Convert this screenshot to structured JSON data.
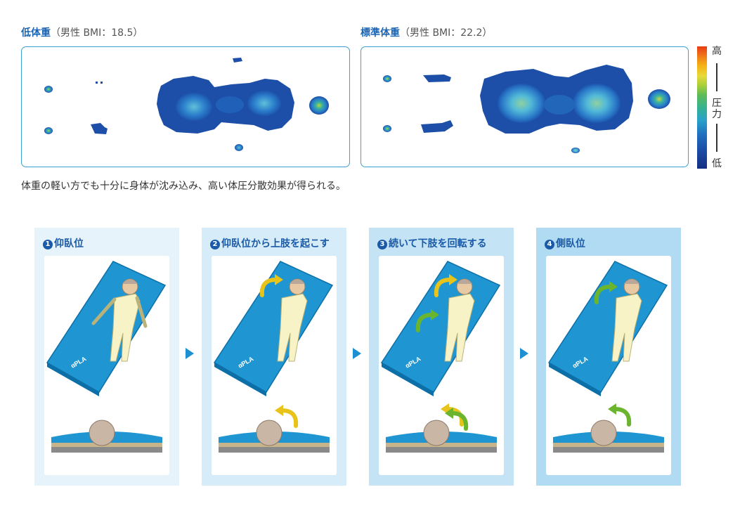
{
  "maps": [
    {
      "title_main": "低体重",
      "title_sub": "（男性 BMI：18.5）"
    },
    {
      "title_main": "標準体重",
      "title_sub": "（男性 BMI：22.2）"
    }
  ],
  "scale": {
    "high": "高",
    "mid1": "圧",
    "mid2": "力",
    "low": "低"
  },
  "caption": "体重の軽い方でも十分に身体が沈み込み、高い体圧分散効果が得られる。",
  "steps": [
    {
      "num": "1",
      "label": "仰臥位"
    },
    {
      "num": "2",
      "label": "仰臥位から上肢を起こす"
    },
    {
      "num": "3",
      "label": "続いて下肢を回転する"
    },
    {
      "num": "4",
      "label": "側臥位"
    }
  ],
  "mattress_logo": "αPLA",
  "colors": {
    "frame": "#3aa0d0",
    "title_accent": "#1a64b4",
    "step_bg": [
      "#e6f3fb",
      "#d6ecf8",
      "#c4e4f6",
      "#b0dbf3"
    ],
    "mattress": "#1f96d2",
    "arrow_yellow": "#e8c31a",
    "arrow_green": "#6bb52e"
  }
}
